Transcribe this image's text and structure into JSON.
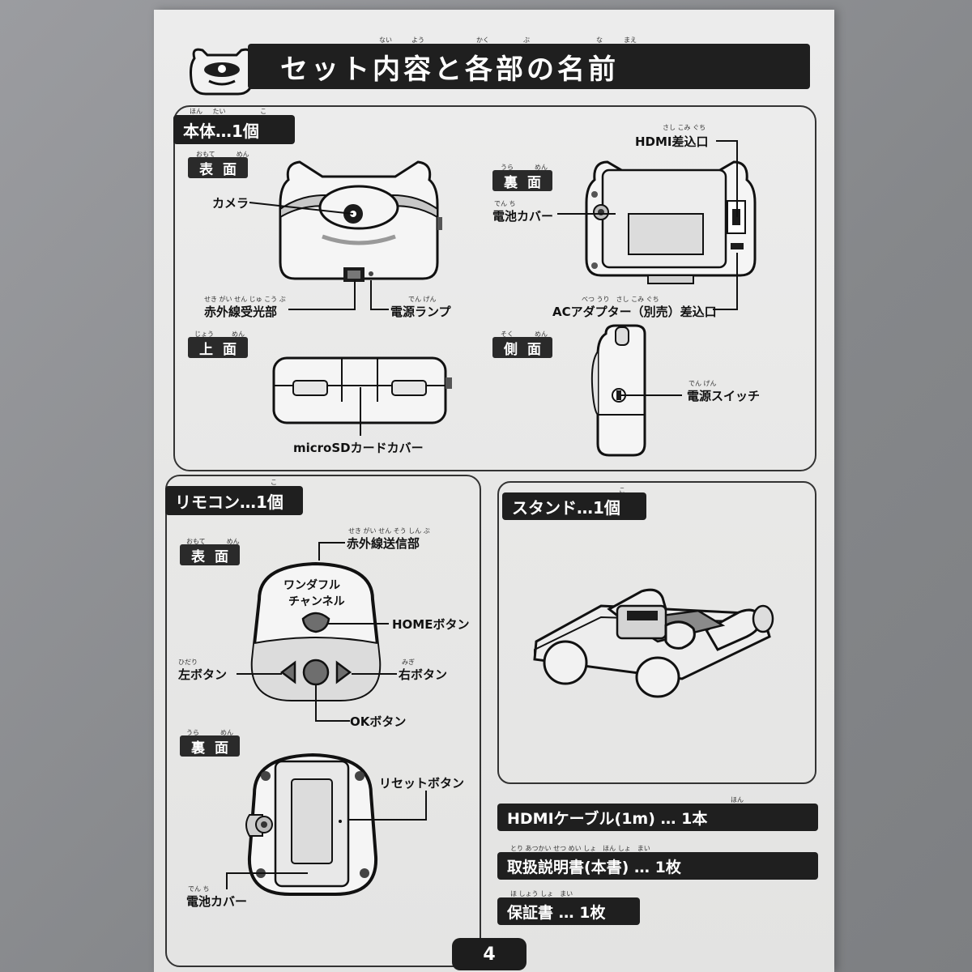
{
  "header": {
    "title": "セット内容と各部の名前",
    "furigana": [
      "ない",
      "よう",
      "かく",
      "ぶ",
      "な",
      "まえ"
    ]
  },
  "main_unit": {
    "title": "本体…1個",
    "furigana": [
      "ほん",
      "たい",
      "こ"
    ],
    "front": {
      "view": "表面",
      "view_furigana": [
        "おもて",
        "めん"
      ],
      "camera": "カメラ",
      "ir_receiver": "赤外線受光部",
      "ir_receiver_furigana": "せき がい せん じゅ こう ぶ",
      "power_lamp": "電源ランプ",
      "power_lamp_furigana": "でん げん"
    },
    "back": {
      "view": "裏面",
      "view_furigana": [
        "うら",
        "めん"
      ],
      "hdmi_port": "HDMI差込口",
      "hdmi_port_furigana": "さし こみ ぐち",
      "battery_cover": "電池カバー",
      "battery_cover_furigana": "でん ち",
      "ac_port": "ACアダプター（別売）差込口",
      "ac_port_furigana": "べつ うり　さし こみ ぐち"
    },
    "top": {
      "view": "上面",
      "view_furigana": [
        "じょう",
        "めん"
      ],
      "sd_cover": "microSDカードカバー"
    },
    "side": {
      "view": "側面",
      "view_furigana": [
        "そく",
        "めん"
      ],
      "power_switch": "電源スイッチ",
      "power_switch_furigana": "でん げん"
    }
  },
  "remote": {
    "title": "リモコン…1個",
    "furigana": "こ",
    "front": {
      "view": "表面",
      "view_furigana": [
        "おもて",
        "めん"
      ],
      "ir_transmitter": "赤外線送信部",
      "ir_transmitter_furigana": "せき がい せん そう しん ぶ",
      "logo_line1": "ワンダフル",
      "logo_line2": "チャンネル",
      "home_button": "HOMEボタン",
      "left_button": "左ボタン",
      "left_button_furigana": "ひだり",
      "right_button": "右ボタン",
      "right_button_furigana": "みぎ",
      "ok_button": "OKボタン"
    },
    "back": {
      "view": "裏面",
      "view_furigana": [
        "うら",
        "めん"
      ],
      "reset_button": "リセットボタン",
      "battery_cover": "電池カバー",
      "battery_cover_furigana": "でん ち"
    }
  },
  "stand": {
    "title": "スタンド…1個",
    "furigana": "こ"
  },
  "items": [
    {
      "label": "HDMIケーブル(1m) … 1本",
      "furigana": "ほん"
    },
    {
      "label": "取扱説明書(本書) … 1枚",
      "furigana": "とり あつかい せつ めい しょ　ほん しょ　まい"
    },
    {
      "label": "保証書 … 1枚",
      "furigana": "ほ しょう しょ　まい"
    }
  ],
  "page_number": "4"
}
